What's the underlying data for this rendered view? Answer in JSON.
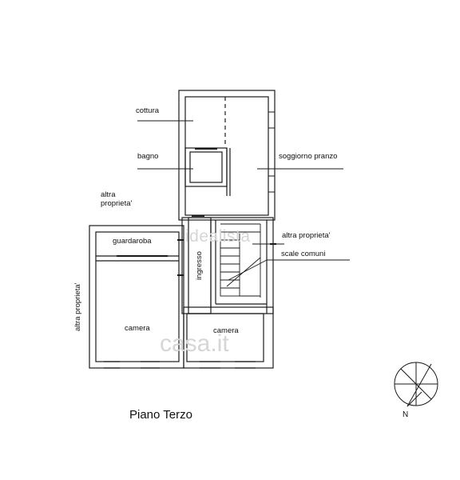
{
  "plan": {
    "title": "Piano Terzo",
    "rooms": {
      "cottura": "cottura",
      "bagno": "bagno",
      "soggiorno": "soggiorno pranzo",
      "guardaroba": "guardaroba",
      "ingresso": "ingresso",
      "camera_left": "camera",
      "camera_right": "camera",
      "scale_comuni": "scale comuni"
    },
    "neighbors": {
      "left_top": "altra\nproprieta'",
      "right": "altra proprieta'",
      "left_vertical": "altra proprieta'"
    },
    "compass_north": "N"
  },
  "watermarks": {
    "idealista": "idealista",
    "casa": "casa.it"
  },
  "colors": {
    "line": "#1a1a1a",
    "watermark": "#d6d6d6"
  }
}
